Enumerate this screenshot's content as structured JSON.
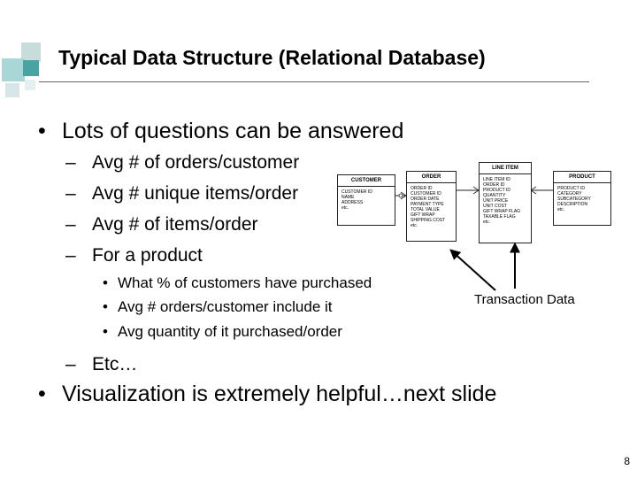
{
  "slide": {
    "title": "Typical Data Structure (Relational Database)",
    "bullet_main": "Lots of questions can be answered",
    "sub_items": [
      "Avg # of orders/customer",
      "Avg # unique items/order",
      "Avg # of items/order",
      "For a product"
    ],
    "product_items": [
      "What % of customers have purchased",
      "Avg # orders/customer include it",
      "Avg quantity of it purchased/order"
    ],
    "etc": "Etc…",
    "bullet_second": "Visualization is extremely helpful…next slide",
    "transaction_label": "Transaction Data",
    "slide_number": "8",
    "bullet_char": "•",
    "dash_char": "–"
  },
  "diagram": {
    "customer": {
      "name": "CUSTOMER",
      "fields": [
        "CUSTOMER ID",
        "NAME",
        "ADDRESS",
        "etc."
      ]
    },
    "order": {
      "name": "ORDER",
      "fields": [
        "ORDER ID",
        "CUSTOMER ID",
        "ORDER DATE",
        "PAYMENT TYPE",
        "TOTAL VALUE",
        "GIFT WRAP",
        "SHIPPING COST",
        "etc."
      ]
    },
    "line_item": {
      "name": "LINE ITEM",
      "fields": [
        "LINE ITEM ID",
        "ORDER ID",
        "PRODUCT ID",
        "QUANTITY",
        "UNIT PRICE",
        "UNIT COST",
        "GIFT WRAP FLAG",
        "TAXABLE FLAG",
        "etc."
      ]
    },
    "product": {
      "name": "PRODUCT",
      "fields": [
        "PRODUCT ID",
        "CATEGORY",
        "SUBCATEGORY",
        "DESCRIPTION",
        "etc."
      ]
    }
  },
  "colors": {
    "deco_teal": "#4aa3a3",
    "deco_light": "#a9d6d6",
    "deco_grey": "#c8d2d2"
  }
}
